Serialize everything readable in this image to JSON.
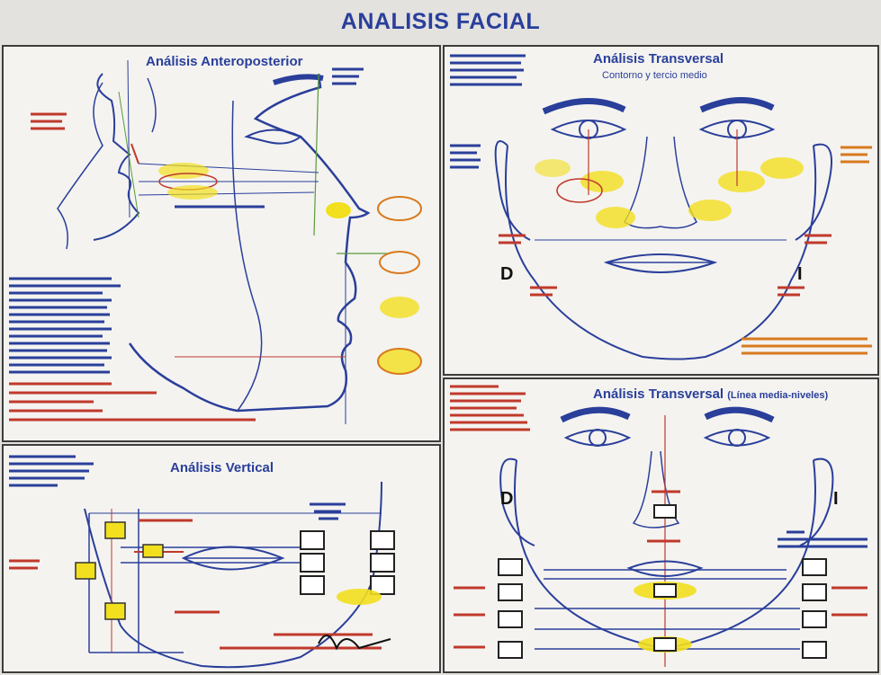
{
  "title": "ANALISIS FACIAL",
  "panels": {
    "anteroposterior": {
      "title": "Análisis Anteroposterior"
    },
    "transversal": {
      "title": "Análisis Transversal",
      "subtitle": "Contorno y tercio medio",
      "side_left": "D",
      "side_right": "I"
    },
    "vertical": {
      "title": "Análisis Vertical"
    },
    "transversal_midline": {
      "title": "Análisis Transversal",
      "title_suffix": "(Línea media-niveles)",
      "side_left": "D",
      "side_right": "I"
    }
  },
  "colors": {
    "ink": "#2a3f9a",
    "red": "#c0392b",
    "orange": "#d87a1e",
    "yellow": "#f2df1e",
    "frame": "#3d3d3d"
  }
}
